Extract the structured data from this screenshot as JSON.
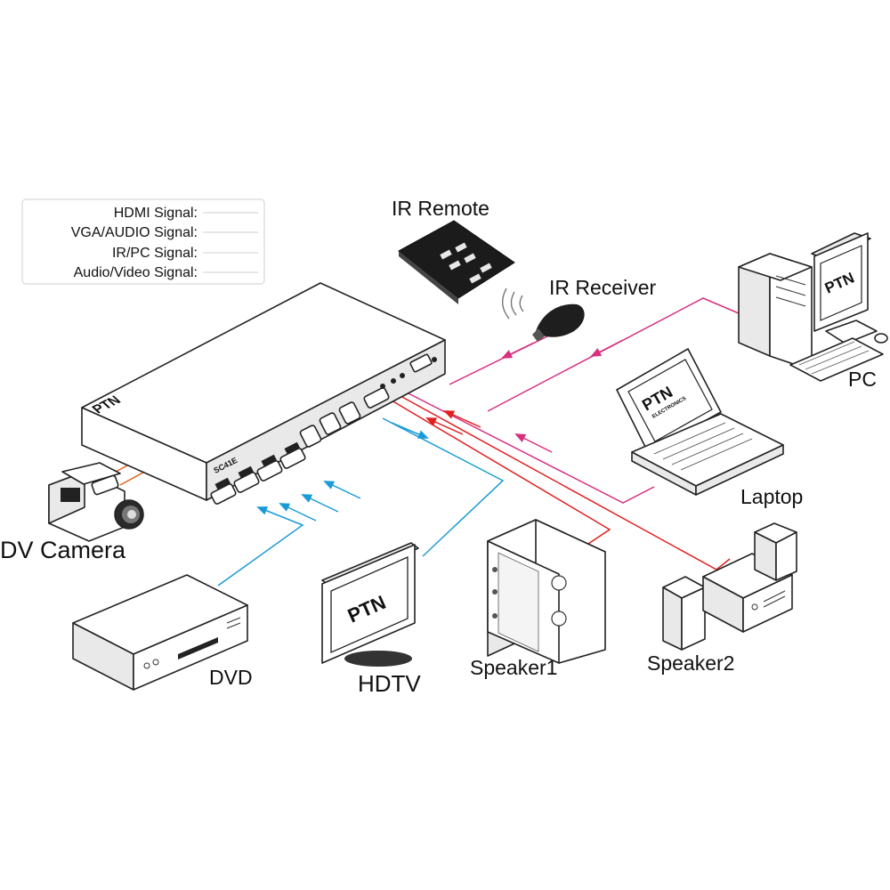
{
  "legend": {
    "items": [
      {
        "label": "HDMI  Signal:",
        "color": "#1a9bd7"
      },
      {
        "label": "VGA/AUDIO  Signal:",
        "color": "#e8601c"
      },
      {
        "label": "IR/PC  Signal:",
        "color": "#d6307f"
      },
      {
        "label": "Audio/Video  Signal:",
        "color": "#e02020"
      }
    ]
  },
  "switcher": {
    "brand": "PTN",
    "model": "SC41E"
  },
  "devices": {
    "ir_remote": "IR Remote",
    "ir_receiver": "IR Receiver",
    "pc": "PC",
    "pc_brand": "PTN",
    "laptop": "Laptop",
    "laptop_brand": "PTN",
    "laptop_brand_sub": "ELECTRONICS",
    "dv_camera": "DV Camera",
    "dvd": "DVD",
    "hdtv": "HDTV",
    "hdtv_brand": "PTN",
    "speaker1": "Speaker1",
    "speaker2": "Speaker2"
  },
  "colors": {
    "hdmi": "#1a9bd7",
    "vga": "#e8601c",
    "ir_pc": "#d6307f",
    "av": "#e02020"
  }
}
